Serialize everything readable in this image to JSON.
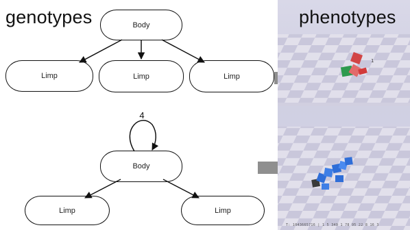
{
  "titles": {
    "genotypes": "genotypes",
    "phenotypes": "phenotypes"
  },
  "genotype1": {
    "root": "Body",
    "children": [
      "Limp",
      "Limp",
      "Limp"
    ]
  },
  "genotype2": {
    "root": "Body",
    "recursion": "4",
    "children": [
      "Limp",
      "Limp"
    ]
  },
  "phenotype_panel": {
    "top_marker": "1",
    "status_text": "T: 1043665716 | 1 5 349 1 78 95 22 8 16 3"
  },
  "colors": {
    "arrow_gray": "#8f8f8f",
    "checker_light": "#e6e3ee",
    "checker_dark": "#c9c7dc",
    "creature1_red": "#d24545",
    "creature1_green": "#2e9a4e",
    "creature2_blue": "#2f6ed8"
  }
}
